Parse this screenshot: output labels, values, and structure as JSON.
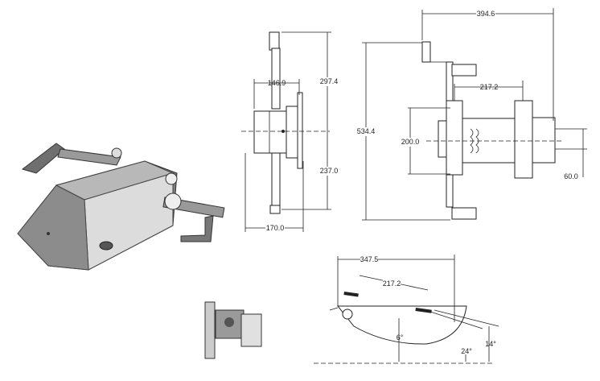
{
  "side_view": {
    "width_top": "146.9",
    "height_upper": "297.4",
    "height_lower": "237.0",
    "width_base": "170.0"
  },
  "front_view": {
    "overall_width": "394.6",
    "overall_height": "534.4",
    "mount_spacing": "217.2",
    "slot_height": "200.0",
    "slot_pitch": "60.0"
  },
  "profile_view": {
    "overall_length": "347.5",
    "mount_spacing": "217.2",
    "angle_front": "6°",
    "angle_rear": "24°",
    "angle_tilt": "14°"
  },
  "colors": {
    "body": "#8a8a8a",
    "body_light": "#d8d8d8",
    "line": "#222222"
  }
}
